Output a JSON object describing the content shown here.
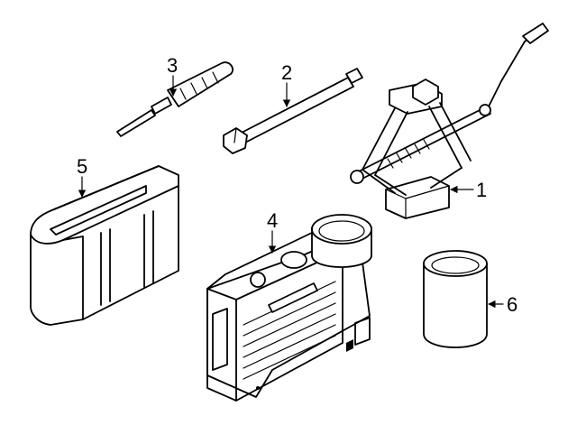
{
  "callouts": [
    {
      "id": "jack",
      "label": "1"
    },
    {
      "id": "extension-bar",
      "label": "2"
    },
    {
      "id": "screwdriver",
      "label": "3"
    },
    {
      "id": "compressor",
      "label": "4"
    },
    {
      "id": "tool-case",
      "label": "5"
    },
    {
      "id": "sealant-bottle",
      "label": "6"
    }
  ]
}
